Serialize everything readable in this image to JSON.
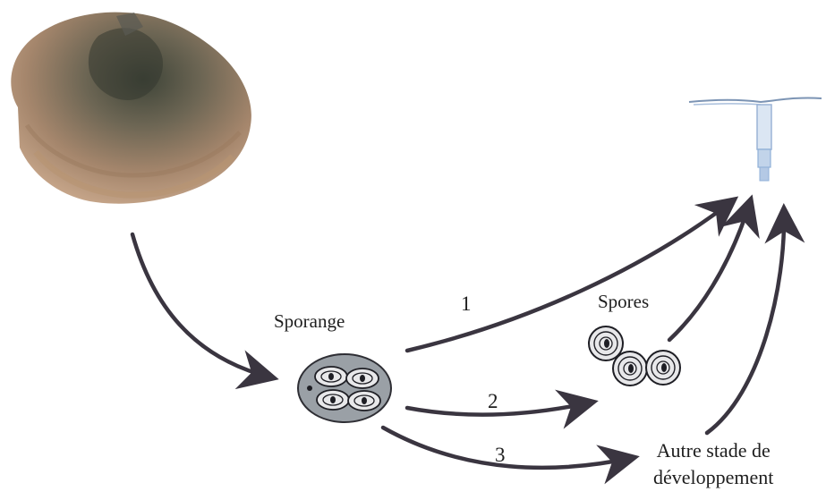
{
  "labels": {
    "sporange": "Sporange",
    "spores": "Spores",
    "path_1": "1",
    "path_2": "2",
    "path_3": "3",
    "autre_stade_line1": "Autre stade de",
    "autre_stade_line2": "développement"
  },
  "colors": {
    "arrow": "#3a3540",
    "shell_dark": "#4a4a3c",
    "shell_mid": "#8a7260",
    "shell_light": "#c9a88c",
    "sporangium_fill": "#9aa0a6",
    "spore_fill": "#e8e8ea",
    "host_blue": "#8fb0d8"
  }
}
